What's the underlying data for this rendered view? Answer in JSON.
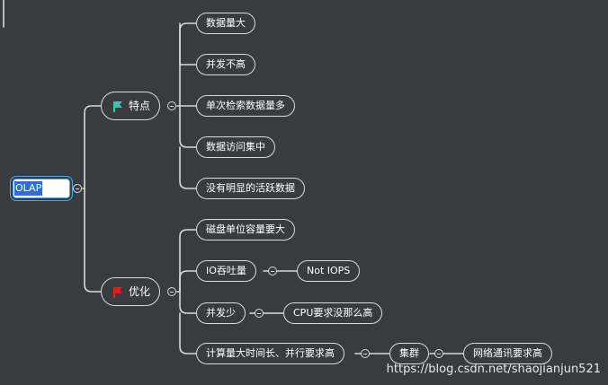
{
  "root": {
    "label": "OLAP"
  },
  "branches": [
    {
      "label": "特点",
      "flag_color": "#3ec1b2",
      "children": [
        {
          "label": "数据量大"
        },
        {
          "label": "并发不高"
        },
        {
          "label": "单次检索数据量多"
        },
        {
          "label": "数据访问集中"
        },
        {
          "label": "没有明显的活跃数据"
        }
      ]
    },
    {
      "label": "优化",
      "flag_color": "#e0201b",
      "children": [
        {
          "label": "磁盘单位容量要大"
        },
        {
          "label": "IO吞吐量",
          "sub": [
            "Not IOPS"
          ]
        },
        {
          "label": "并发少",
          "sub": [
            "CPU要求没那么高"
          ]
        },
        {
          "label": "计算量大时间长、并行要求高",
          "sub": [
            "集群",
            "网络通讯要求高"
          ]
        }
      ]
    }
  ],
  "watermark": "https://blog.csdn.net/shaojianjun521",
  "colors": {
    "background": "#383b40",
    "line": "#d9dadc",
    "root_border": "#4aa8e8"
  }
}
